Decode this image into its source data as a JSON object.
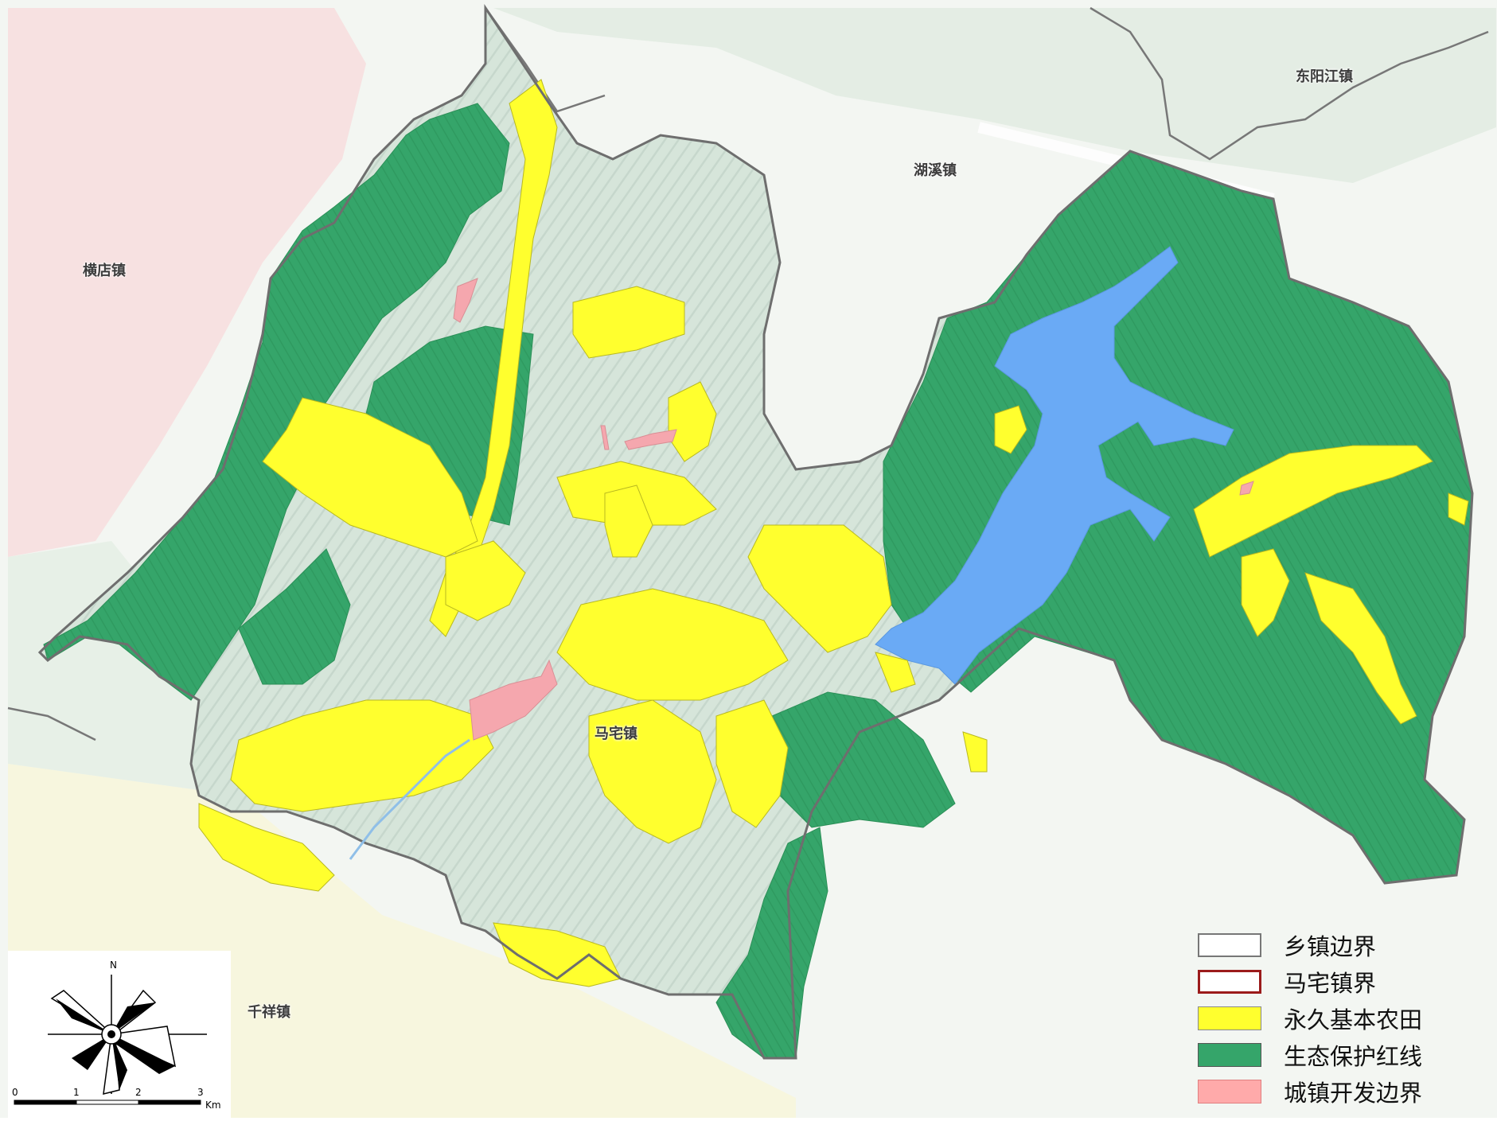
{
  "map": {
    "places": [
      {
        "id": "hengdian",
        "name": "横店镇"
      },
      {
        "id": "huxi",
        "name": "湖溪镇"
      },
      {
        "id": "dongyangjiang",
        "name": "东阳江镇"
      },
      {
        "id": "mazhai",
        "name": "马宅镇"
      },
      {
        "id": "qianxiang",
        "name": "千祥镇"
      }
    ],
    "colors": {
      "background": "#f2f5f1",
      "basemap_red": "#f5d6d6",
      "basemap_green": "#dfe9df",
      "study_area_fill": "#d8e6dc",
      "ecological_red_line": "#35a56a",
      "farmland": "#ffff2e",
      "reservoir": "#6aaaf5",
      "urban_boundary": "#f5a7ae",
      "town_boundary": "#6e6e6e"
    }
  },
  "legend": {
    "items": [
      {
        "label": "乡镇边界",
        "fill": "#ffffff",
        "stroke": "#777777"
      },
      {
        "label": "马宅镇界",
        "fill": "#ffffff",
        "stroke": "#9b1b1b"
      },
      {
        "label": "永久基本农田",
        "fill": "#ffff2e",
        "stroke": "#888888"
      },
      {
        "label": "生态保护红线",
        "fill": "#35a56a",
        "stroke": "#555555"
      },
      {
        "label": "城镇开发边界",
        "fill": "#ffaaaa",
        "stroke": "#e08080"
      }
    ]
  },
  "north_arrow": {
    "label": "N"
  },
  "scale_bar": {
    "ticks": [
      "0",
      "1",
      "2",
      "3"
    ],
    "unit": "Km"
  }
}
